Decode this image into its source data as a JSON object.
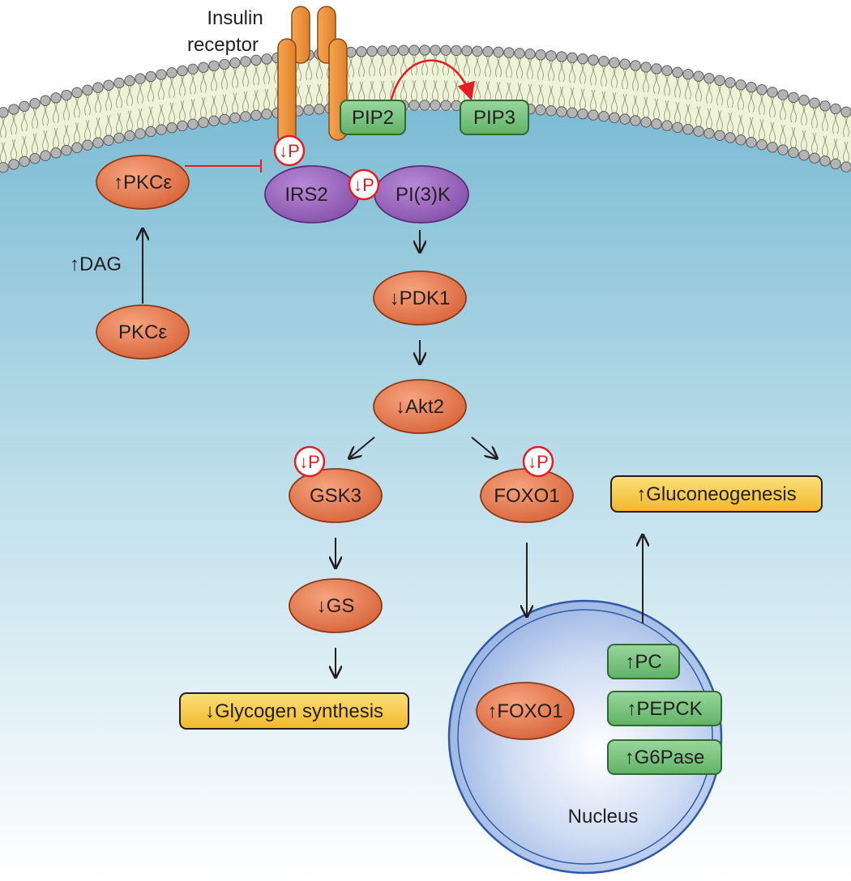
{
  "labels": {
    "insulin_receptor_line1": "Insulin",
    "insulin_receptor_line2": "receptor",
    "pip2": "PIP2",
    "pip3": "PIP3",
    "pkce_up": "↑PKCε",
    "pkce": "PKCε",
    "dag": "↑DAG",
    "irs2": "IRS2",
    "pi3k": "PI(3)K",
    "pdk1": "↓PDK1",
    "akt2": "↓Akt2",
    "gsk3": "GSK3",
    "foxo1": "FOXO1",
    "gs": "↓GS",
    "glycogen_synthesis": "↓Glycogen synthesis",
    "gluconeogenesis": "↑Gluconeogenesis",
    "foxo1_nucleus": "↑FOXO1",
    "pc": "↑PC",
    "pepck": "↑PEPCK",
    "g6pase": "↑G6Pase",
    "nucleus": "Nucleus",
    "phospho": "↓P"
  },
  "colors": {
    "cytoplasm_top": "#7fbfd6",
    "membrane_head": "#a9a9a9",
    "receptor": "#f0913a",
    "protein_orange": "#e87a4f",
    "protein_purple": "#9d6cc0",
    "pip_green": "#7dc783",
    "outcome_yellow": "#f7c948",
    "nucleus_blue": "#9fb9e4",
    "phospho_red": "#e31e24",
    "arrow": "#231f20"
  }
}
